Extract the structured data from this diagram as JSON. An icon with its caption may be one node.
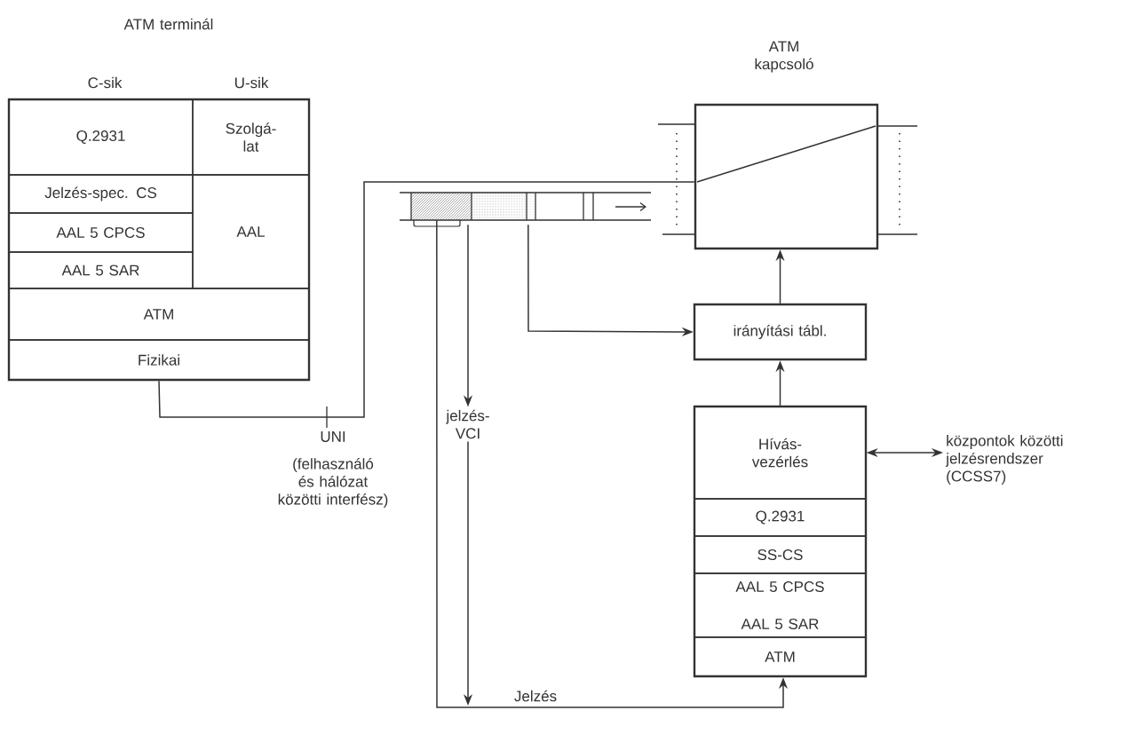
{
  "diagram": {
    "nodes": [
      {
        "text": [
          "ATM terminál"
        ]
      },
      {
        "text": [
          "Q.2931"
        ],
        "in": 0
      },
      {
        "text": [
          "Szolgá-lat"
        ],
        "in": 0
      },
      {
        "text": [
          "Jelzés-spec. CS"
        ],
        "in": 0
      },
      {
        "text": [
          "AAL"
        ],
        "in": 0
      },
      {
        "text": [
          "AAL 5 CPCS"
        ],
        "in": 0
      },
      {
        "text": [
          "AAL 5 SAR"
        ],
        "in": 0
      },
      {
        "text": [
          "ATM"
        ],
        "in": 0
      },
      {
        "text": [
          "Fizikai"
        ],
        "in": 0
      },
      {
        "text": [
          "ATM kapcsoló"
        ]
      },
      {
        "text": [
          "irányítási tábl."
        ]
      },
      {
        "text": [],
        "shape": "box"
      },
      {
        "text": [
          "Hívás-vezérlés"
        ],
        "in": 11
      },
      {
        "text": [
          "Q.2931"
        ],
        "in": 11
      },
      {
        "text": [
          "SS-CS"
        ],
        "in": 11
      },
      {
        "text": [
          "AAL 5 CPCS",
          "AAL 5 SAR"
        ],
        "in": 11
      },
      {
        "text": [
          "ATM"
        ],
        "in": 11
      },
      {
        "text": [
          "központok közötti jelzésrendszer (CCSS7)"
        ]
      },
      {
        "text": [],
        "shape": "bar"
      },
      {
        "text": [
          "jelzés-VCI"
        ]
      }
    ],
    "edges": [
      {
        "from": 0,
        "to": 9,
        "arrow": "none"
      },
      {
        "from": 18,
        "to": 19,
        "arrow": "to"
      },
      {
        "from": 19,
        "to": null,
        "arrow": "to"
      },
      {
        "from": 18,
        "to": 11,
        "arrow": "to",
        "label": "Jelzés"
      },
      {
        "from": 18,
        "to": 10,
        "arrow": "to"
      },
      {
        "from": 10,
        "to": 9,
        "arrow": "to"
      },
      {
        "from": 11,
        "to": 10,
        "arrow": "to"
      },
      {
        "from": 12,
        "to": 17,
        "arrow": "both"
      }
    ],
    "labels": [
      "C-sik",
      "U-sik",
      "UNI",
      "(felhasználó és hálózat közötti interfész)"
    ]
  }
}
